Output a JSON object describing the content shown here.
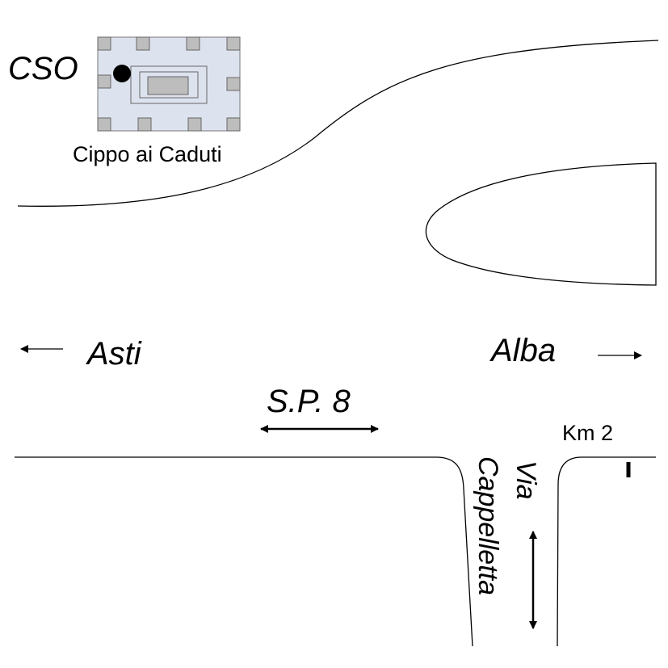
{
  "labels": {
    "cso": "CSO",
    "monument": "Cippo ai Caduti",
    "dir_left": "Asti",
    "dir_right": "Alba",
    "road_main": "S.P. 8",
    "road_side_line1": "Via",
    "road_side_line2": "Cappelletta",
    "km_marker": "Km 2"
  },
  "colors": {
    "road_line": "#000000",
    "monument_fill": "#dde3ee",
    "monument_blocks": "#bdbdbd",
    "marker_dot": "#000000"
  },
  "icons": {
    "cso_marker": "filled-circle",
    "km_marker": "short-vertical-bar",
    "directions": [
      "arrow-left",
      "arrow-right",
      "double-arrow-horizontal",
      "double-arrow-vertical"
    ]
  }
}
